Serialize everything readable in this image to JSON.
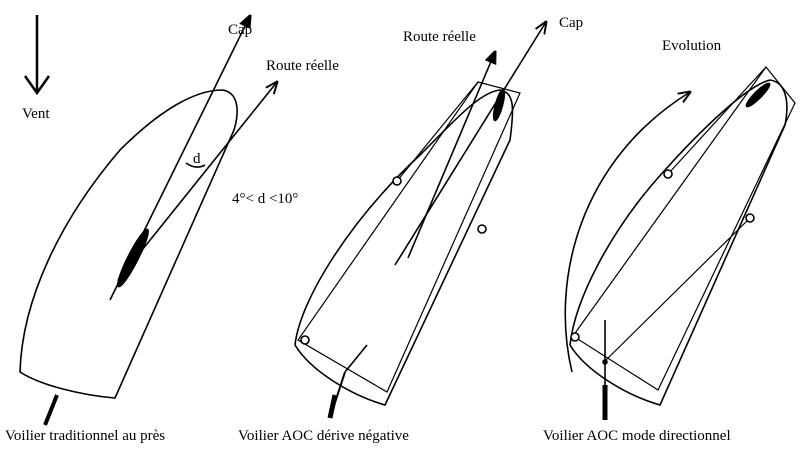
{
  "labels": {
    "wind": "Vent",
    "boat1": {
      "cap": "Cap",
      "route": "Route réelle",
      "d": "d",
      "range": "4°< d <10°",
      "caption": "Voilier traditionnel au près"
    },
    "boat2": {
      "cap": "Cap",
      "route": "Route réelle",
      "caption": "Voilier AOC   dérive négative"
    },
    "boat3": {
      "evolution": "Evolution",
      "caption": "Voilier AOC mode directionnel"
    }
  },
  "colors": {
    "ink": "#000000",
    "background": "#ffffff"
  }
}
